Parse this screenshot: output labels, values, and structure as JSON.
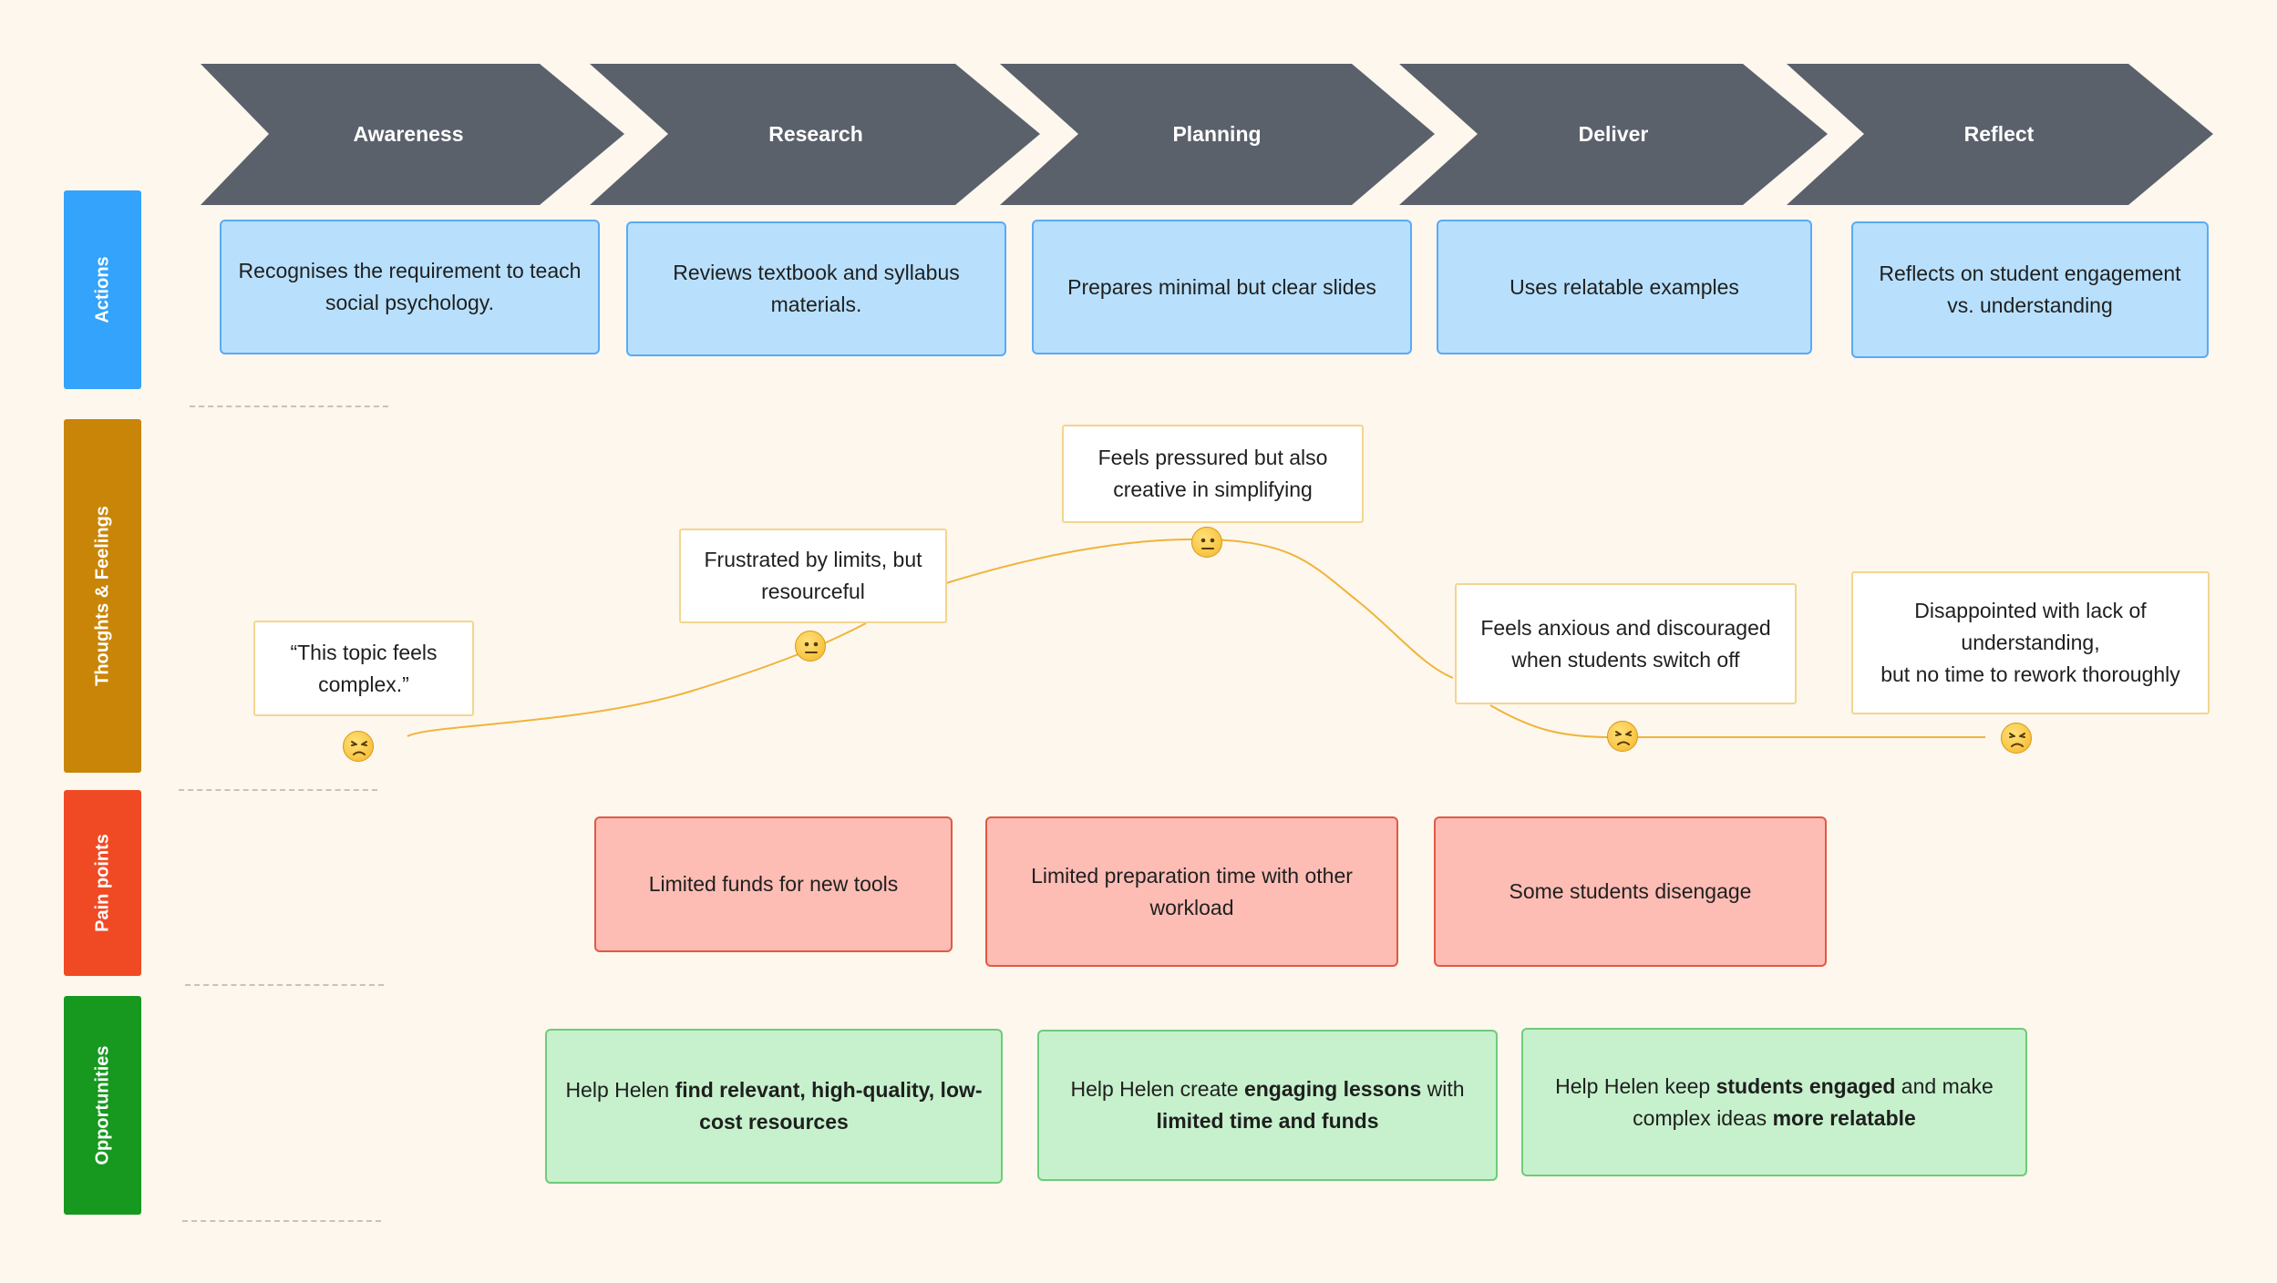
{
  "stages": [
    {
      "label": "Awareness"
    },
    {
      "label": "Research"
    },
    {
      "label": "Planning"
    },
    {
      "label": "Deliver"
    },
    {
      "label": "Reflect"
    }
  ],
  "lanes": {
    "actions": "Actions",
    "thoughts": "Thoughts & Feelings",
    "pain": "Pain points",
    "opportunities": "Opportunities"
  },
  "actions": [
    "Recognises the requirement to teach social psychology.",
    "Reviews textbook and syllabus materials.",
    "Prepares minimal but clear slides",
    "Uses relatable examples",
    "Reflects on student engagement vs. understanding"
  ],
  "thoughts": [
    {
      "text": "“This topic feels complex.”",
      "mood": "frustrated-face-icon"
    },
    {
      "text": "Frustrated by limits, but resourceful",
      "mood": "neutral-face-icon"
    },
    {
      "text": "Feels pressured but also creative in simplifying",
      "mood": "neutral-face-icon"
    },
    {
      "text": "Feels anxious and discouraged when students switch off",
      "mood": "frustrated-face-icon"
    },
    {
      "text_lines": [
        "Disappointed with lack of",
        "understanding,",
        "but no time to rework thoroughly"
      ],
      "mood": "frustrated-face-icon"
    }
  ],
  "pain_points": [
    "Limited funds for new tools",
    "Limited preparation time with other workload",
    "Some students disengage"
  ],
  "opportunities": [
    {
      "parts": [
        [
          "Help Helen ",
          false
        ],
        [
          "find relevant, high-quality, low-cost resources",
          true
        ]
      ]
    },
    {
      "parts": [
        [
          "Help Helen create ",
          false
        ],
        [
          "engaging lessons",
          true
        ],
        [
          " with ",
          false
        ],
        [
          "limited time and funds",
          true
        ]
      ]
    },
    {
      "parts": [
        [
          "Help Helen keep ",
          false
        ],
        [
          "students engaged",
          true
        ],
        [
          " and make complex ideas ",
          false
        ],
        [
          "more relatable",
          true
        ]
      ]
    }
  ],
  "colors": {
    "stage": "#5b616b",
    "actions_lane": "#33a3fb",
    "thoughts_lane": "#c98508",
    "pain_lane": "#f04a24",
    "opportunities_lane": "#17981f",
    "curve": "#f0b43a"
  }
}
